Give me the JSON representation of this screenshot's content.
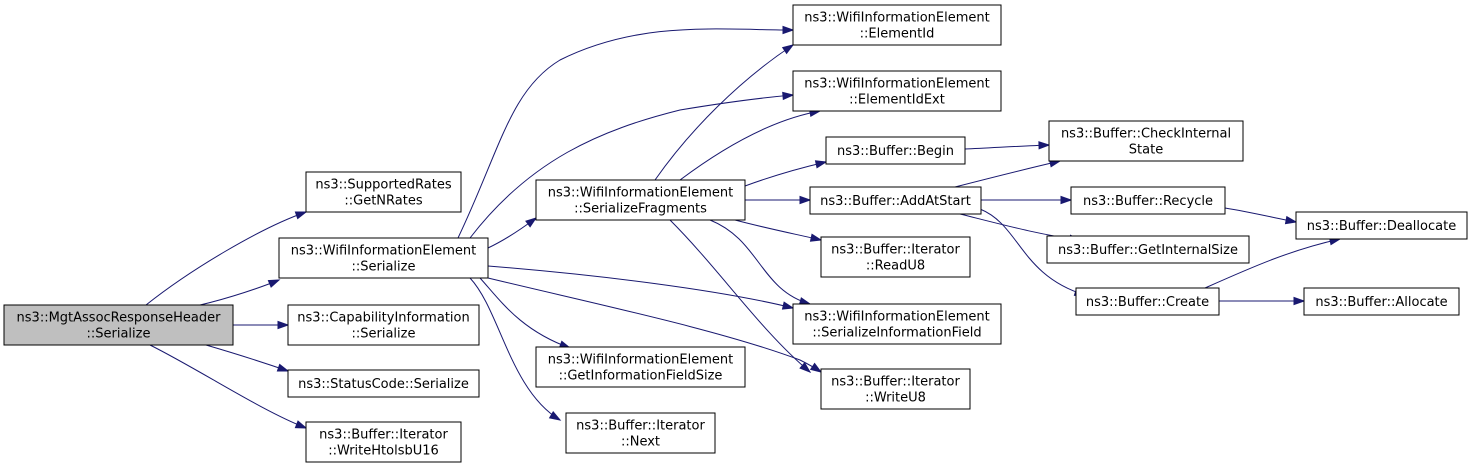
{
  "graph": {
    "nodes": [
      {
        "id": "root",
        "lines": [
          "ns3::MgtAssocResponseHeader",
          "::Serialize"
        ],
        "root": true
      },
      {
        "id": "sr_getnrates",
        "lines": [
          "ns3::SupportedRates",
          "::GetNRates"
        ]
      },
      {
        "id": "wie_serialize",
        "lines": [
          "ns3::WifiInformationElement",
          "::Serialize"
        ]
      },
      {
        "id": "cap_serialize",
        "lines": [
          "ns3::CapabilityInformation",
          "::Serialize"
        ]
      },
      {
        "id": "status_serialize",
        "lines": [
          "ns3::StatusCode::Serialize"
        ]
      },
      {
        "id": "it_writehtolsbu16",
        "lines": [
          "ns3::Buffer::Iterator",
          "::WriteHtolsbU16"
        ]
      },
      {
        "id": "wie_serfrag",
        "lines": [
          "ns3::WifiInformationElement",
          "::SerializeFragments"
        ]
      },
      {
        "id": "wie_getinfosize",
        "lines": [
          "ns3::WifiInformationElement",
          "::GetInformationFieldSize"
        ]
      },
      {
        "id": "it_next",
        "lines": [
          "ns3::Buffer::Iterator",
          "::Next"
        ]
      },
      {
        "id": "wie_elementid",
        "lines": [
          "ns3::WifiInformationElement",
          "::ElementId"
        ]
      },
      {
        "id": "wie_elementidext",
        "lines": [
          "ns3::WifiInformationElement",
          "::ElementIdExt"
        ]
      },
      {
        "id": "buf_begin",
        "lines": [
          "ns3::Buffer::Begin"
        ]
      },
      {
        "id": "buf_addatstart",
        "lines": [
          "ns3::Buffer::AddAtStart"
        ]
      },
      {
        "id": "it_readu8",
        "lines": [
          "ns3::Buffer::Iterator",
          "::ReadU8"
        ]
      },
      {
        "id": "wie_serinfofield",
        "lines": [
          "ns3::WifiInformationElement",
          "::SerializeInformationField"
        ]
      },
      {
        "id": "it_writeu8",
        "lines": [
          "ns3::Buffer::Iterator",
          "::WriteU8"
        ]
      },
      {
        "id": "buf_checkinternal",
        "lines": [
          "ns3::Buffer::CheckInternal",
          "State"
        ]
      },
      {
        "id": "buf_recycle",
        "lines": [
          "ns3::Buffer::Recycle"
        ]
      },
      {
        "id": "buf_getinternalsize",
        "lines": [
          "ns3::Buffer::GetInternalSize"
        ]
      },
      {
        "id": "buf_create",
        "lines": [
          "ns3::Buffer::Create"
        ]
      },
      {
        "id": "buf_deallocate",
        "lines": [
          "ns3::Buffer::Deallocate"
        ]
      },
      {
        "id": "buf_allocate",
        "lines": [
          "ns3::Buffer::Allocate"
        ]
      }
    ],
    "edges": [
      [
        "root",
        "sr_getnrates"
      ],
      [
        "root",
        "wie_serialize"
      ],
      [
        "root",
        "cap_serialize"
      ],
      [
        "root",
        "status_serialize"
      ],
      [
        "root",
        "it_writehtolsbu16"
      ],
      [
        "wie_serialize",
        "wie_elementid"
      ],
      [
        "wie_serialize",
        "wie_elementidext"
      ],
      [
        "wie_serialize",
        "wie_serfrag"
      ],
      [
        "wie_serialize",
        "wie_serinfofield"
      ],
      [
        "wie_serialize",
        "it_writeu8"
      ],
      [
        "wie_serialize",
        "wie_getinfosize"
      ],
      [
        "wie_serialize",
        "it_next"
      ],
      [
        "wie_serfrag",
        "wie_elementid"
      ],
      [
        "wie_serfrag",
        "wie_elementidext"
      ],
      [
        "wie_serfrag",
        "buf_begin"
      ],
      [
        "wie_serfrag",
        "buf_addatstart"
      ],
      [
        "wie_serfrag",
        "it_readu8"
      ],
      [
        "wie_serfrag",
        "wie_serinfofield"
      ],
      [
        "wie_serfrag",
        "it_writeu8"
      ],
      [
        "buf_begin",
        "buf_checkinternal"
      ],
      [
        "buf_addatstart",
        "buf_checkinternal"
      ],
      [
        "buf_addatstart",
        "buf_recycle"
      ],
      [
        "buf_addatstart",
        "buf_getinternalsize"
      ],
      [
        "buf_addatstart",
        "buf_create"
      ],
      [
        "buf_recycle",
        "buf_deallocate"
      ],
      [
        "buf_create",
        "buf_deallocate"
      ],
      [
        "buf_create",
        "buf_allocate"
      ]
    ]
  },
  "colors": {
    "edge": "#191970",
    "root_fill": "#bfbfbf",
    "node_fill": "#ffffff"
  }
}
